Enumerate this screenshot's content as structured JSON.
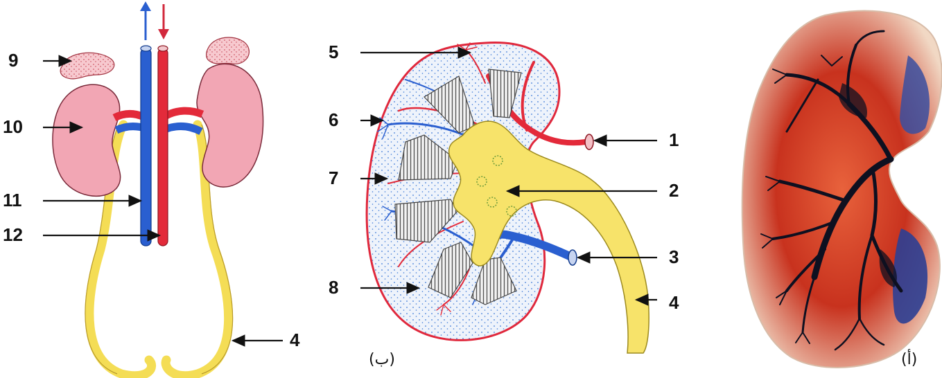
{
  "figure": {
    "left_panel": {
      "labels": [
        "9",
        "10",
        "11",
        "12",
        "4"
      ]
    },
    "middle_panel": {
      "caption": "(ب)",
      "labels": [
        "5",
        "6",
        "7",
        "8",
        "1",
        "2",
        "3",
        "4"
      ]
    },
    "right_panel": {
      "caption": "(أ)"
    }
  },
  "colors": {
    "artery": "#e32a3a",
    "vein": "#2a5fd0",
    "ureter": "#f7e36a",
    "kidney_pink": "#f2a6b4",
    "cortex_dots": "#2a6fd6",
    "specimen_red": "#c8321e",
    "specimen_dark": "#0e1020"
  }
}
